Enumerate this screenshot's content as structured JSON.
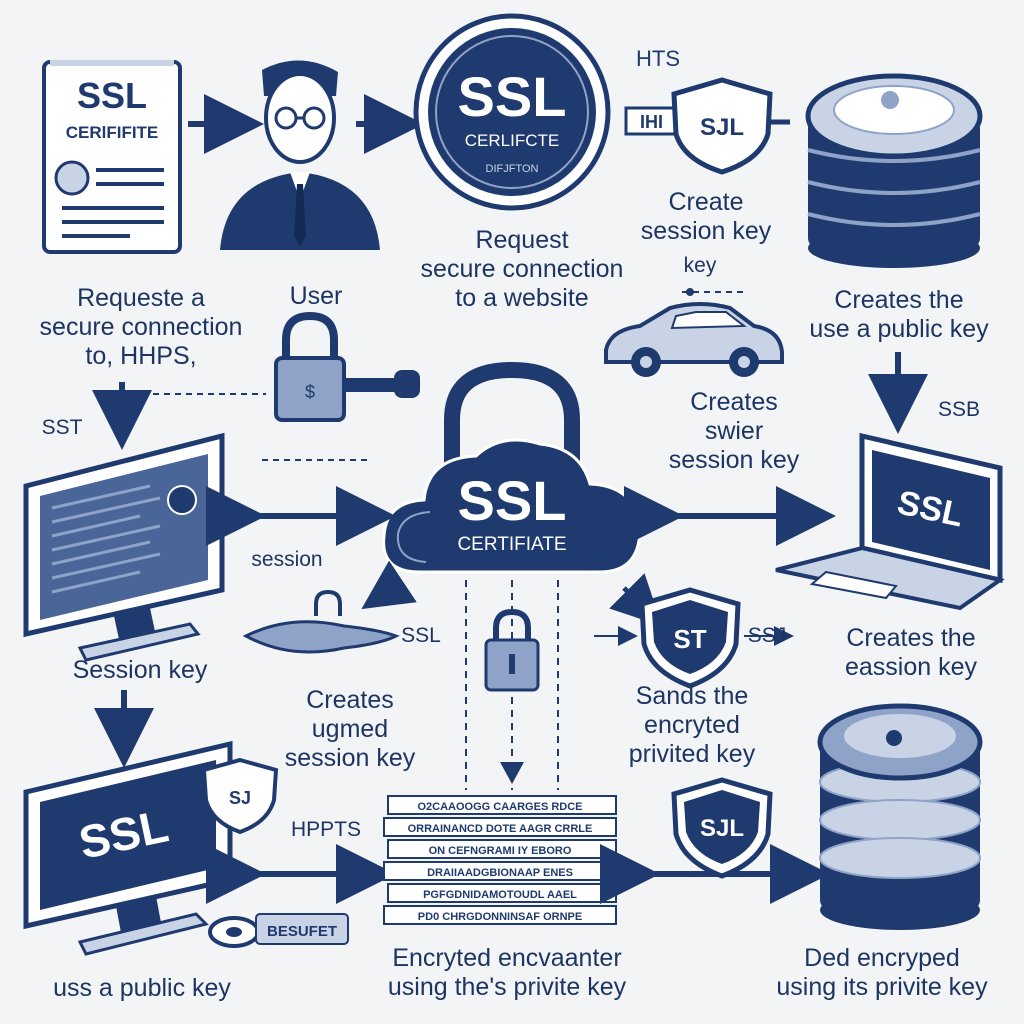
{
  "colors": {
    "navy": "#1f3a6e",
    "navy_dark": "#132a55",
    "light_blue": "#c9d3e6",
    "mid_blue": "#8fa3c8",
    "background": "#f3f4f6",
    "white": "#ffffff"
  },
  "icons": {
    "certificate_doc": {
      "title": "SSL",
      "subtitle": "CERlFIFITE"
    },
    "ssl_badge_top": {
      "title": "SSL",
      "subtitle": "CERLIFCTE",
      "footer": "DIFJFTON"
    },
    "hts_text": "HTS",
    "shield_top": "SJL",
    "cloud": {
      "title": "SSL",
      "subtitle": "CERTIFIATE"
    },
    "laptop_screen": "SSL",
    "monitor_bottom_screen": "SSL",
    "shield_small_left": "SJ",
    "shield_middle": "ST",
    "shield_bottom_right": "SJL",
    "key_tag": "BESUFET",
    "encrypted_lines": [
      "O2CAAOOGG CAARGES RDCE",
      "ORRAINANCD DOTE AAGR CRRLE",
      "ON CEFNGRAMI IY EBORO",
      "DRAIIAADGBIONAAP ENES",
      "PGFGDNIDAMOTOUDL AAEL",
      "PD0 CHRGDONNINSAF ORNPE"
    ]
  },
  "labels": {
    "request_secure": "Request\nsecure connection\nto a website",
    "create_session": "Create\nsession key",
    "key_word": "key",
    "requests_https": "Requeste a\nsecure connection\nto, HHPS,",
    "user": "User",
    "creates_public": "Creates the\nuse a public key",
    "creates_swier": "Creates\nswier\nsession key",
    "ssb": "SSB",
    "sst": "SST",
    "session": "session",
    "session_key": "Session key",
    "ssl_small": "SSL",
    "ssj_small": "SSJ",
    "creates_eession": "Creates the\neassion key",
    "creates_ugrned": "Creates\nugmed\nsession key",
    "sands_encrypted": "Sands the\nencryted\nprivited key",
    "hpts": "HPPTS",
    "public_key_bottom": "uss a public key",
    "encrypted_private": "Encryted encvaanter\nusing the's privite key",
    "dec_encrypted": "Ded encryped\nusing its privite key"
  }
}
